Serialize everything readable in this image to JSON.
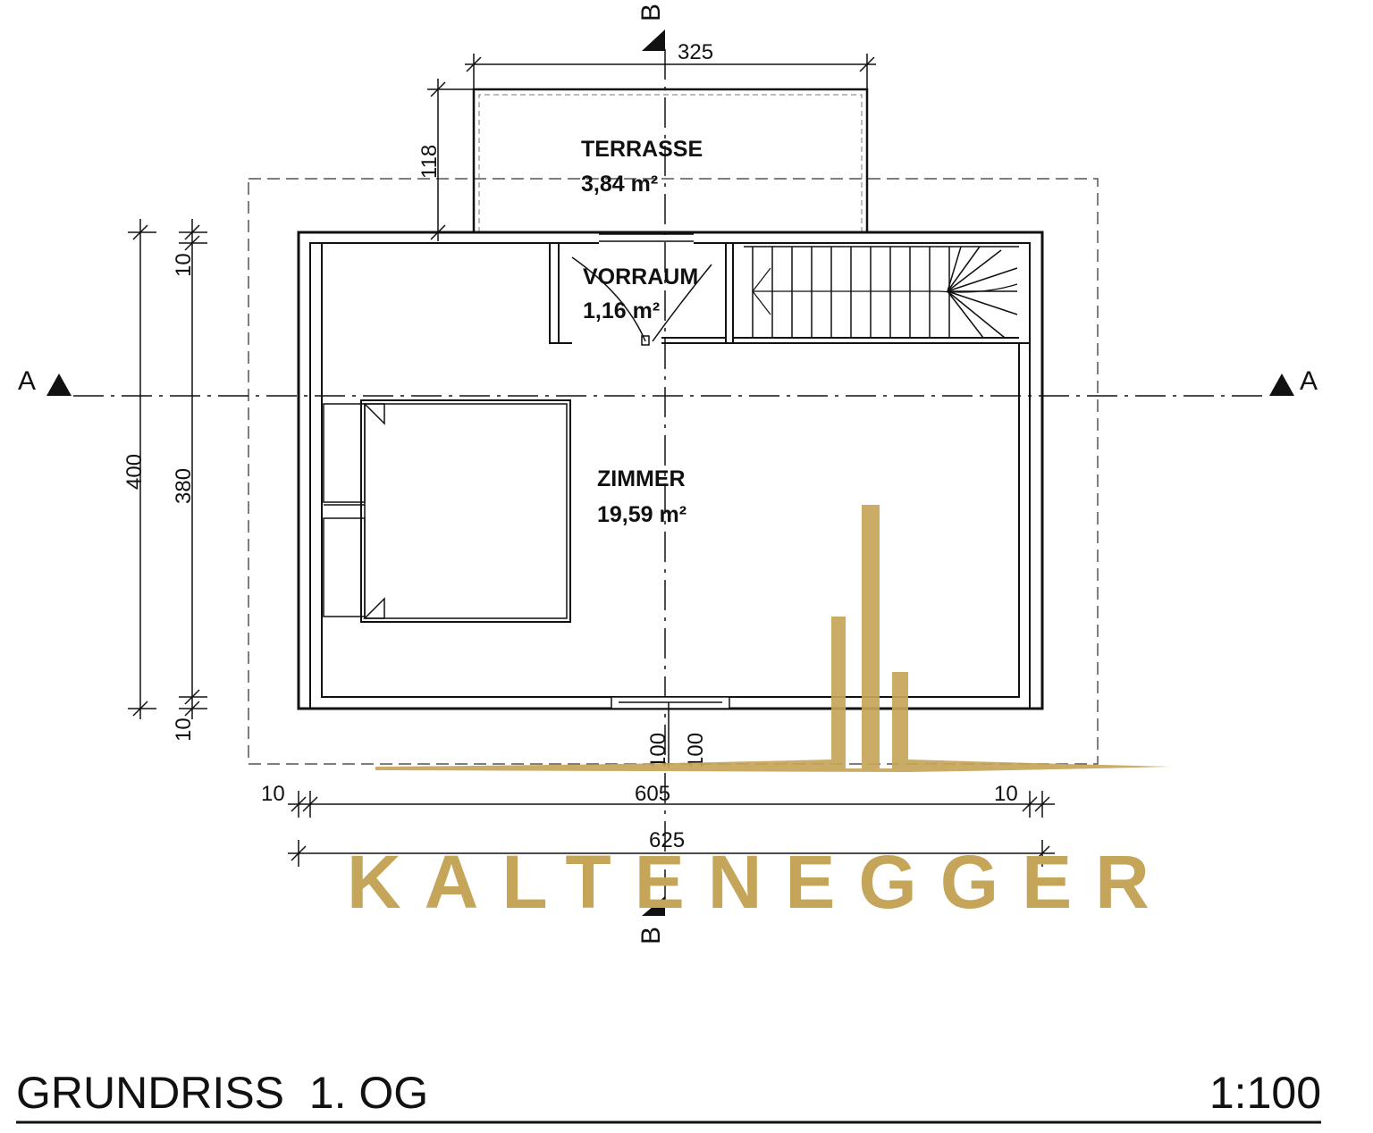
{
  "plan_title": "GRUNDRISS  1. OG",
  "scale": "1:100",
  "watermark": {
    "text": "KALTENEGGER",
    "color": "#c5a55a"
  },
  "rooms": {
    "terrasse": {
      "name": "TERRASSE",
      "area": "3,84 m²"
    },
    "vorraum": {
      "name": "VORRAUM",
      "area": "1,16 m²"
    },
    "zimmer": {
      "name": "ZIMMER",
      "area": "19,59 m²"
    }
  },
  "section_marks": {
    "a": "A",
    "b": "B"
  },
  "dimensions": {
    "terrace_width": "325",
    "terrace_depth": "118",
    "outer_height": "400",
    "inner_height": "380",
    "wall_top": "10",
    "wall_bottom": "10",
    "wall_left": "10",
    "wall_right": "10",
    "inner_width": "605",
    "outer_width": "625",
    "window_left": "100",
    "window_right": "100"
  },
  "colors": {
    "lines": "#111111",
    "accent_gold": "#c5a55a"
  }
}
